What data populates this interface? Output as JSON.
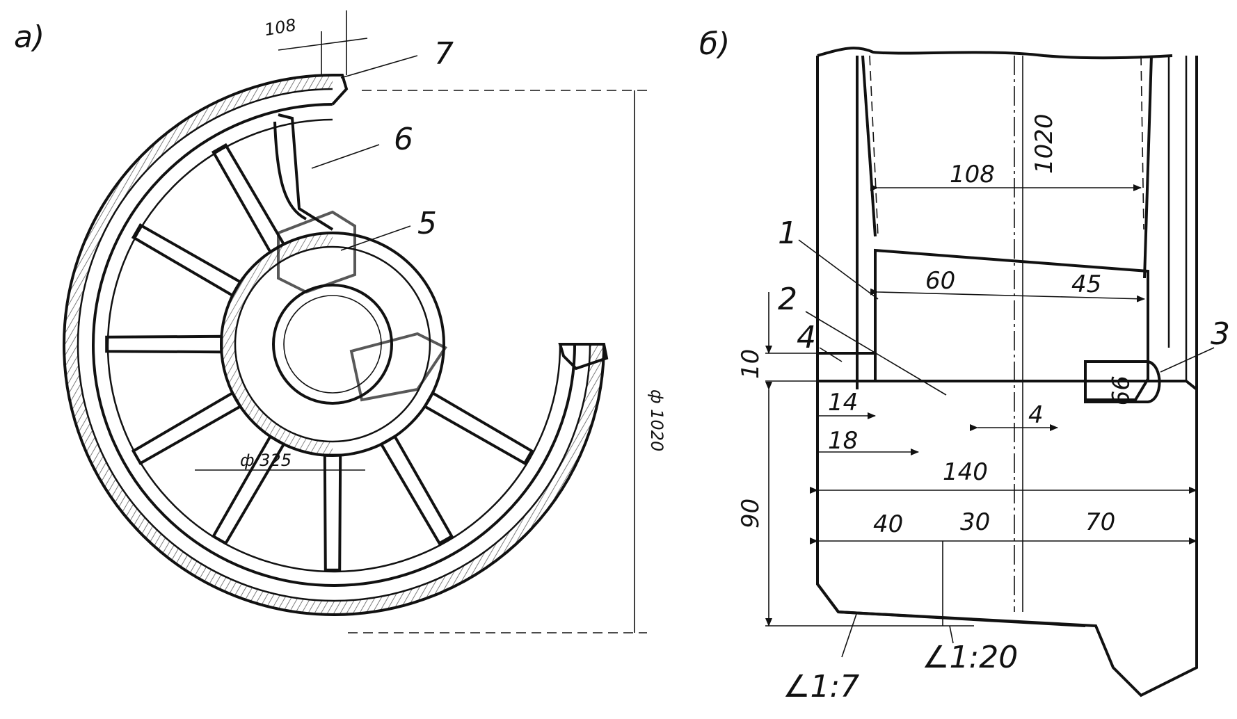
{
  "panels": {
    "a": {
      "label": "а)",
      "dims": {
        "width": "108",
        "outer_diameter": "ф 1020",
        "hub_diameter": "ф 325"
      },
      "parts": [
        "7",
        "6",
        "5"
      ]
    },
    "b": {
      "label": "б)",
      "dims": {
        "top_width": "108",
        "diameter": "1020",
        "d60": "60",
        "d45": "45",
        "d10": "10",
        "d14": "14",
        "d18": "18",
        "d4": "4",
        "d99": "99",
        "d140": "140",
        "d90": "90",
        "d40": "40",
        "d30": "30",
        "d70": "70"
      },
      "parts": [
        "1",
        "2",
        "4",
        "3"
      ],
      "tapers": {
        "taper_left": "∠1:7",
        "taper_right": "∠1:20"
      }
    }
  },
  "colors": {
    "ink": "#111111",
    "paper": "#ffffff"
  }
}
